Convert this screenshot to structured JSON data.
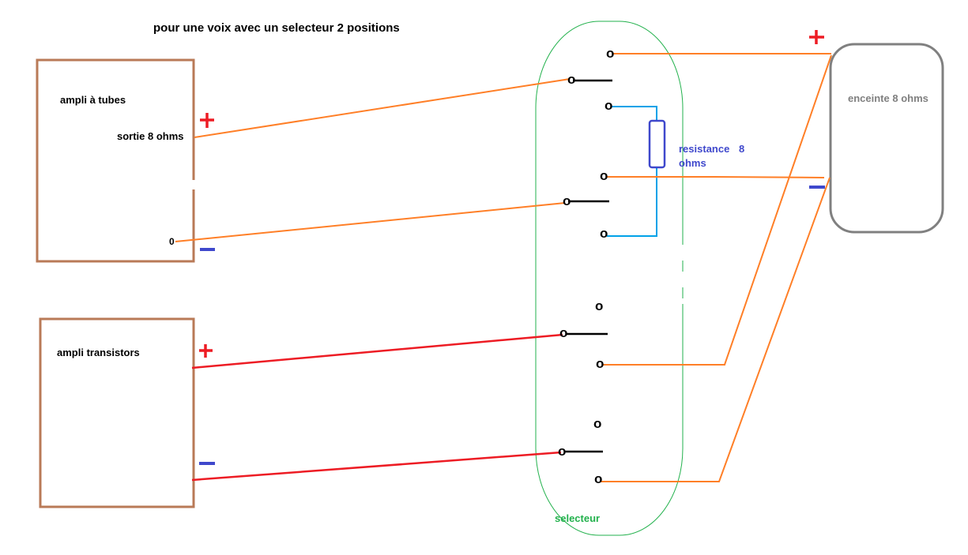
{
  "title": "pour une voix avec un selecteur 2 positions",
  "tube_amp": {
    "label": "ampli à tubes",
    "output": "sortie 8 ohms",
    "zero": "0"
  },
  "transistor_amp": {
    "label": "ampli transistors"
  },
  "speaker": {
    "label": "enceinte 8 ohms"
  },
  "resistor": {
    "label": "resistance",
    "value": "8",
    "unit": "ohms"
  },
  "selector": {
    "label": "selecteur"
  },
  "terminal_glyph": "o",
  "colors": {
    "amp_box": "#b97a57",
    "speaker_box": "#808080",
    "selector_outline": "#22b14c",
    "wire_tube": "#ff7f27",
    "wire_transistor": "#ed1c24",
    "wire_resistor": "#00a2e8",
    "resistor_body": "#3f48cc",
    "plus": "#ed1c24",
    "minus": "#3f48cc"
  }
}
